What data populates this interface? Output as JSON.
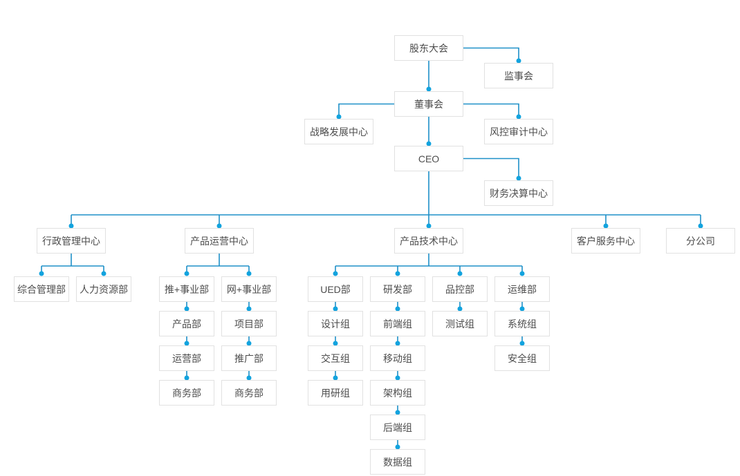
{
  "theme": {
    "page_bg": "#ffffff",
    "line_color": "#1e90c8",
    "dot_color": "#12a3de",
    "box_border": "#e1e1e1",
    "box_bg": "#ffffff",
    "text_color": "#4d4d4d"
  },
  "orgchart": {
    "type": "org-chart",
    "nodes": {
      "shareholders": {
        "label": "股东大会"
      },
      "supervisory": {
        "label": "监事会"
      },
      "board": {
        "label": "董事会"
      },
      "strategy": {
        "label": "战略发展中心"
      },
      "risk": {
        "label": "风控审计中心"
      },
      "ceo": {
        "label": "CEO"
      },
      "finance": {
        "label": "财务决算中心"
      },
      "admin": {
        "label": "行政管理中心"
      },
      "product_ops": {
        "label": "产品运营中心"
      },
      "product_tech": {
        "label": "产品技术中心"
      },
      "customer_service": {
        "label": "客户服务中心"
      },
      "branch": {
        "label": "分公司"
      },
      "general_mgmt": {
        "label": "综合管理部"
      },
      "hr": {
        "label": "人力资源部"
      },
      "tui_division": {
        "label": "推+事业部"
      },
      "wang_division": {
        "label": "网+事业部"
      },
      "product_dept": {
        "label": "产品部"
      },
      "operations_dept": {
        "label": "运营部"
      },
      "business_dept_tui": {
        "label": "商务部"
      },
      "project_dept": {
        "label": "项目部"
      },
      "promotion_dept": {
        "label": "推广部"
      },
      "business_dept_wang": {
        "label": "商务部"
      },
      "ued_dept": {
        "label": "UED部"
      },
      "design_group": {
        "label": "设计组"
      },
      "interaction_group": {
        "label": "交互组"
      },
      "research_group": {
        "label": "用研组"
      },
      "rd_dept": {
        "label": "研发部"
      },
      "frontend_group": {
        "label": "前端组"
      },
      "mobile_group": {
        "label": "移动组"
      },
      "architecture_group": {
        "label": "架构组"
      },
      "backend_group": {
        "label": "后端组"
      },
      "data_group": {
        "label": "数据组"
      },
      "qc_dept": {
        "label": "品控部"
      },
      "testing_group": {
        "label": "测试组"
      },
      "ops_dept": {
        "label": "运维部"
      },
      "system_group": {
        "label": "系统组"
      },
      "security_group": {
        "label": "安全组"
      }
    },
    "edges": [
      [
        "股东大会",
        "监事会"
      ],
      [
        "股东大会",
        "董事会"
      ],
      [
        "董事会",
        "战略发展中心"
      ],
      [
        "董事会",
        "风控审计中心"
      ],
      [
        "董事会",
        "CEO"
      ],
      [
        "CEO",
        "财务决算中心"
      ],
      [
        "CEO",
        "行政管理中心"
      ],
      [
        "CEO",
        "产品运营中心"
      ],
      [
        "CEO",
        "产品技术中心"
      ],
      [
        "CEO",
        "客户服务中心"
      ],
      [
        "CEO",
        "分公司"
      ],
      [
        "行政管理中心",
        "综合管理部"
      ],
      [
        "行政管理中心",
        "人力资源部"
      ],
      [
        "产品运营中心",
        "推+事业部"
      ],
      [
        "产品运营中心",
        "网+事业部"
      ],
      [
        "推+事业部",
        "产品部"
      ],
      [
        "产品部",
        "运营部"
      ],
      [
        "运营部",
        "商务部"
      ],
      [
        "网+事业部",
        "项目部"
      ],
      [
        "项目部",
        "推广部"
      ],
      [
        "推广部",
        "商务部"
      ],
      [
        "产品技术中心",
        "UED部"
      ],
      [
        "产品技术中心",
        "研发部"
      ],
      [
        "产品技术中心",
        "品控部"
      ],
      [
        "产品技术中心",
        "运维部"
      ],
      [
        "UED部",
        "设计组"
      ],
      [
        "设计组",
        "交互组"
      ],
      [
        "交互组",
        "用研组"
      ],
      [
        "研发部",
        "前端组"
      ],
      [
        "前端组",
        "移动组"
      ],
      [
        "移动组",
        "架构组"
      ],
      [
        "架构组",
        "后端组"
      ],
      [
        "后端组",
        "数据组"
      ],
      [
        "品控部",
        "测试组"
      ],
      [
        "运维部",
        "系统组"
      ],
      [
        "系统组",
        "安全组"
      ]
    ]
  }
}
